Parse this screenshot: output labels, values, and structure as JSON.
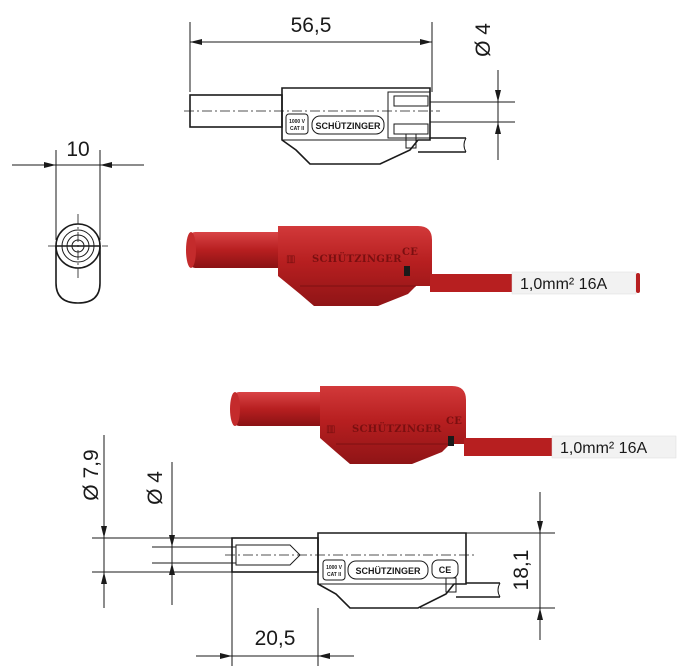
{
  "dimensions": {
    "top_length": "56,5",
    "top_diameter": "Ø 4",
    "front_width": "10",
    "bottom_outer_diameter": "Ø 7,9",
    "bottom_inner_diameter": "Ø 4",
    "bottom_height": "18,1",
    "bottom_length": "20,5"
  },
  "markings": {
    "brand": "SCHÜTZINGER",
    "voltage": "1000 V",
    "category": "CAT II",
    "ce": "CE"
  },
  "cable": {
    "label_upper": "1,0mm² 16A",
    "label_lower": "1,0mm² 16A"
  },
  "colors": {
    "plug_red": "#b71f20",
    "plug_dark": "#8f1416",
    "plug_light": "#d2393a",
    "line": "#1a1a1a"
  }
}
